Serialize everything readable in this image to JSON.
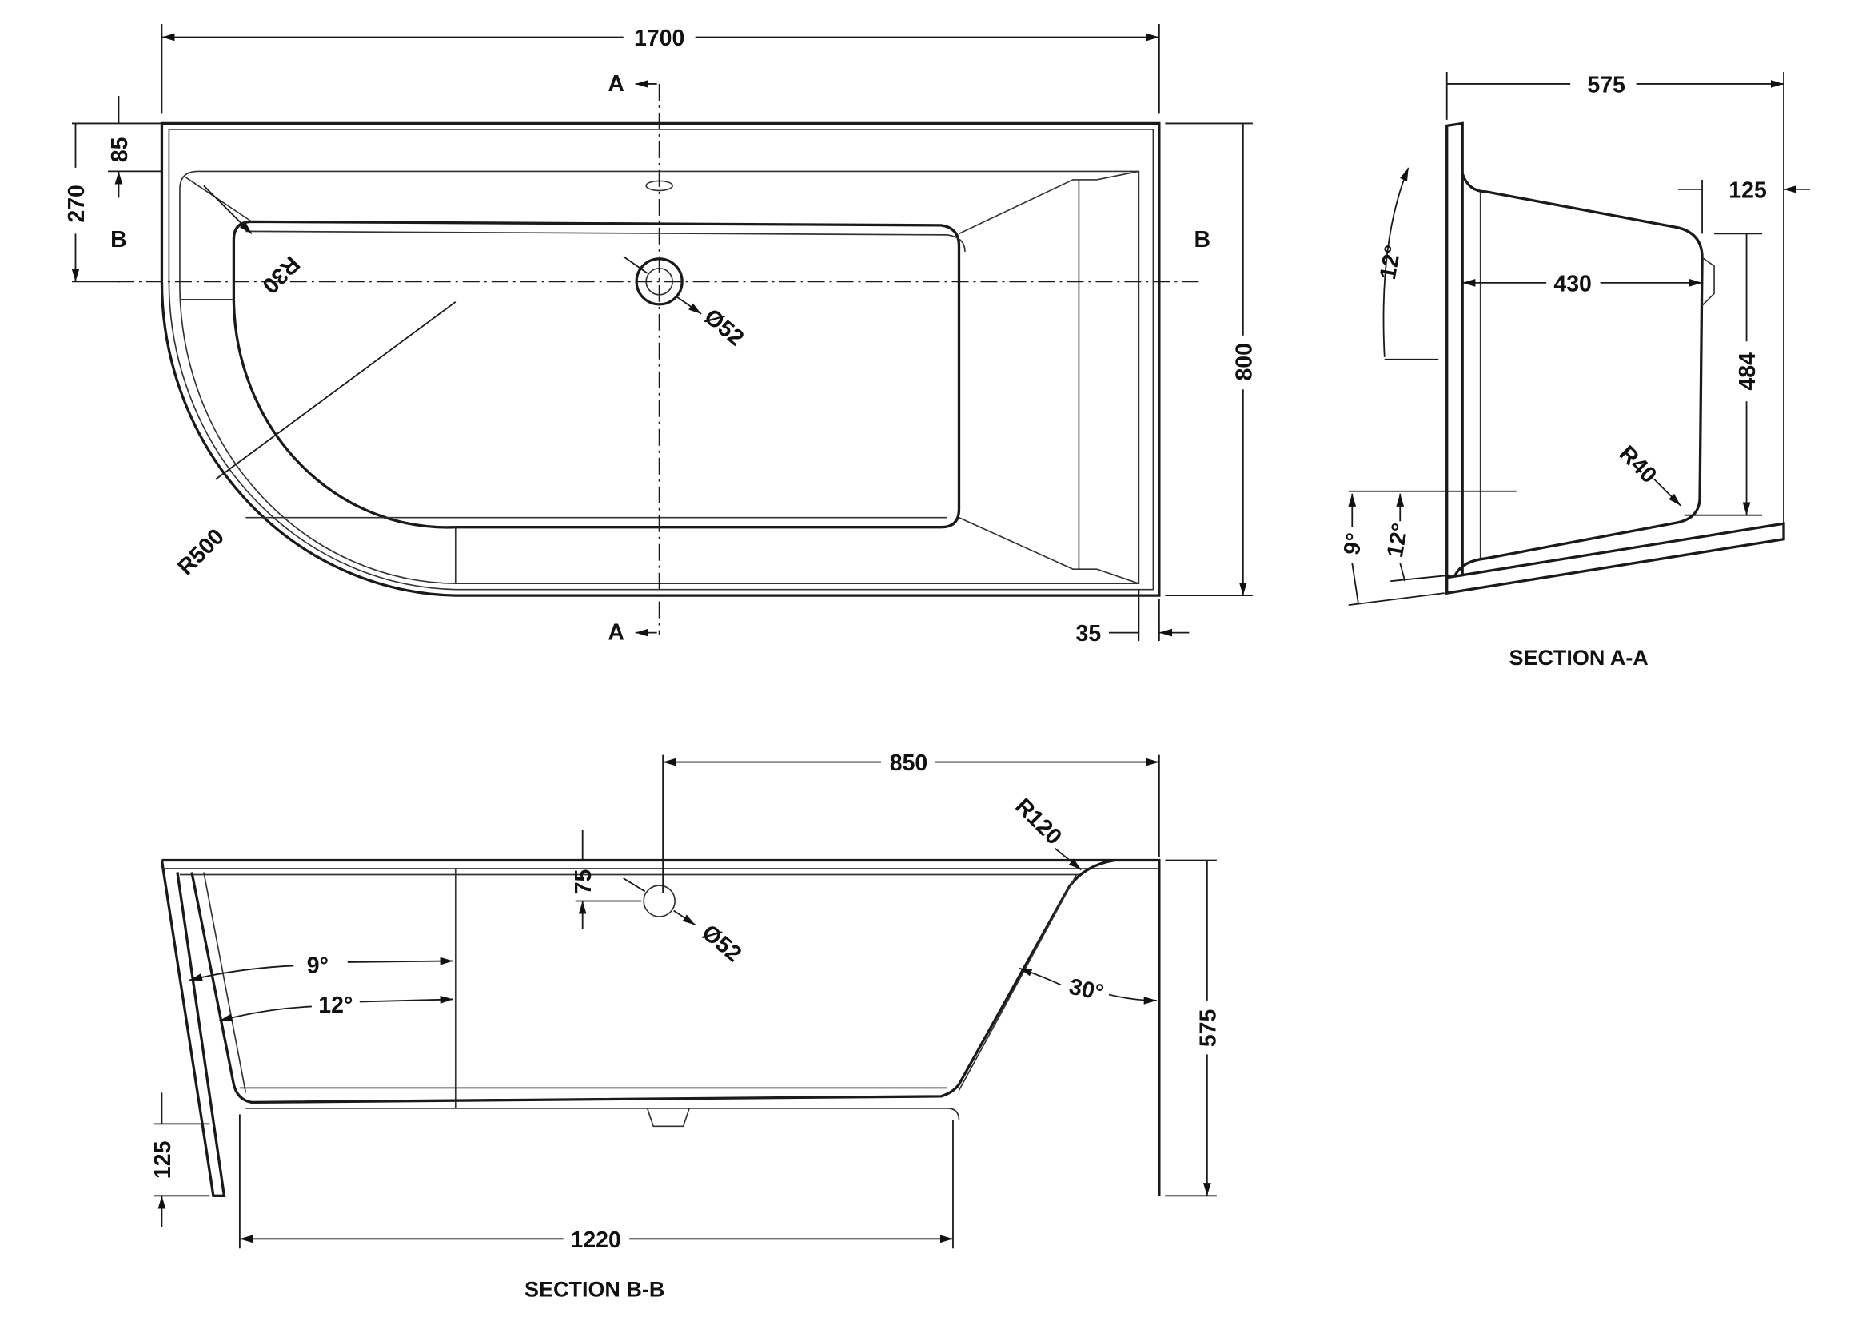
{
  "plan_view": {
    "overall_length": "1700",
    "section_a_top": "A",
    "section_a_bottom": "A",
    "section_b_left": "B",
    "section_b_right": "B",
    "rim_width": "85",
    "waste_offset": "270",
    "corner_radius": "R30",
    "waste_diameter": "Ø52",
    "curve_radius": "R500",
    "overall_width": "800",
    "rim_offset": "35"
  },
  "section_a": {
    "title": "SECTION A-A",
    "width": "575",
    "ledge": "125",
    "upper_angle": "12°",
    "inner_width": "430",
    "depth": "484",
    "base_radius": "R40",
    "lower_angle": "12°",
    "base_angle": "9°"
  },
  "section_b": {
    "title": "SECTION B-B",
    "waste_offset": "850",
    "corner_radius": "R120",
    "overflow_height": "75",
    "overflow_diameter": "Ø52",
    "outer_angle": "9°",
    "inner_angle": "12°",
    "backrest_angle": "30°",
    "height": "575",
    "plinth": "125",
    "base_length": "1220"
  }
}
